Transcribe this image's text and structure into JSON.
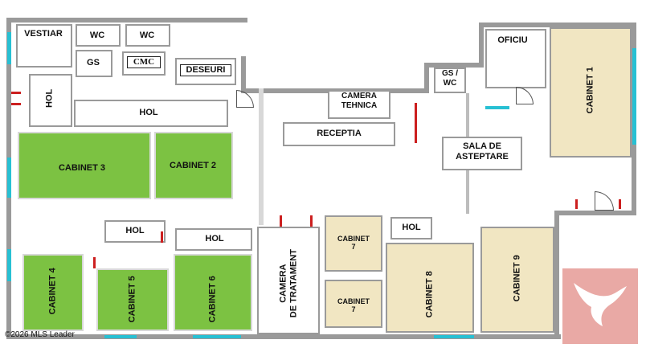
{
  "rooms": {
    "vestiar": "VESTIAR",
    "wc1": "WC",
    "wc2": "WC",
    "gs": "GS",
    "cmc": "CMC",
    "deseuri": "DESEURI",
    "hol_left": "HOL",
    "hol_top": "HOL",
    "cabinet3": "CABINET 3",
    "cabinet2": "CABINET 2",
    "camera_tehnica": "CAMERA\nTEHNICA",
    "receptia": "RECEPTIA",
    "gs_wc": "GS /\nWC",
    "oficiu": "OFICIU",
    "cabinet1": "CABINET 1",
    "sala_asteptare": "SALA DE\nASTEPTARE",
    "hol_mid": "HOL",
    "hol_low": "HOL",
    "hol_right": "HOL",
    "camera_tratament": "CAMERA\nDE TRATAMENT",
    "cabinet7a": "CABINET\n7",
    "cabinet7b": "CABINET\n7",
    "cabinet8": "CABINET 8",
    "cabinet9": "CABINET 9",
    "cabinet4": "CABINET 4",
    "cabinet5": "CABINET 5",
    "cabinet6": "CABINET 6"
  },
  "copyright": "©2026 MLS Leader",
  "colors": {
    "green": "#7cc242",
    "beige": "#f1e6c2",
    "wall": "#9a9a9a",
    "window": "#27c0d3",
    "door_mark": "#cc1f1f",
    "watermark": "#e9a9a5"
  },
  "icons": {
    "watermark": "bird-logo-icon"
  }
}
